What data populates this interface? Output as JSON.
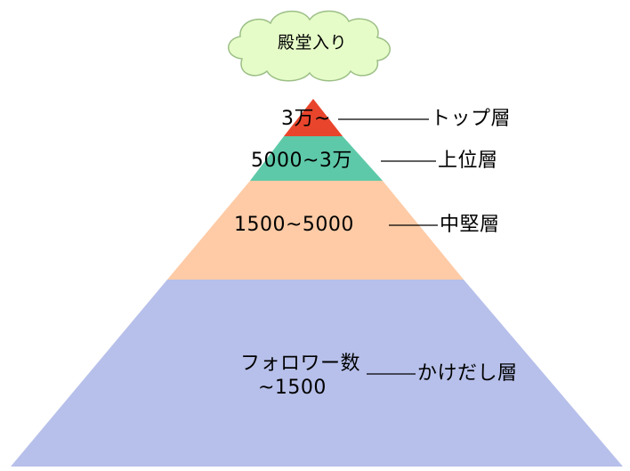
{
  "cloud": {
    "label": "殿堂入り",
    "fill": "#e6fcc8",
    "stroke": "#9cbf86"
  },
  "tiers": [
    {
      "range": "3万~",
      "name": "トップ層",
      "color": "#e8452c"
    },
    {
      "range": "5000~3万",
      "name": "上位層",
      "color": "#5ec9a8"
    },
    {
      "range": "1500~5000",
      "name": "中堅層",
      "color": "#fecba6"
    },
    {
      "range_line1": "フォロワー数",
      "range_line2": "~1500",
      "name": "かけだし層",
      "color": "#b7c0ea"
    }
  ]
}
